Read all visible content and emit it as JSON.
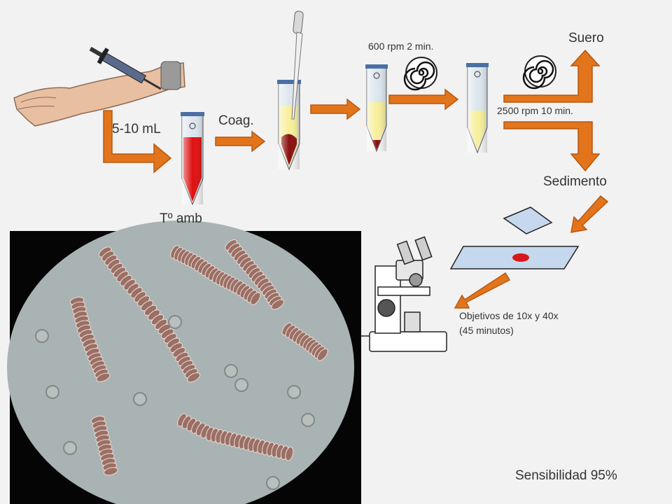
{
  "labels": {
    "volume": "5-10 mL",
    "coag": "Coag.",
    "temperature": "Tº amb",
    "spin1": "600 rpm 2 min.",
    "spin2": "2500 rpm 10 min.",
    "serum": "Suero",
    "sediment": "Sedimento",
    "objectives": "Objetivos de 10x y 40x\n(45 minutos)",
    "sensitivity": "Sensibilidad 95%"
  },
  "colors": {
    "arrow": "#e2741b",
    "arrow_edge": "#b7580f",
    "blood": "#e01010",
    "clot": "#8a1010",
    "serum_fluid": "#f7ef9a",
    "slide": "#c5d8ee",
    "sample_drop": "#d81818",
    "micro_background": "#aab3b4",
    "cell": "#9c6f64"
  },
  "icons": [
    "arm-syringe-icon",
    "tube-icon",
    "pipette-icon",
    "spiral-centrifuge-icon",
    "coverslip-icon",
    "slide-icon",
    "microscope-icon"
  ]
}
